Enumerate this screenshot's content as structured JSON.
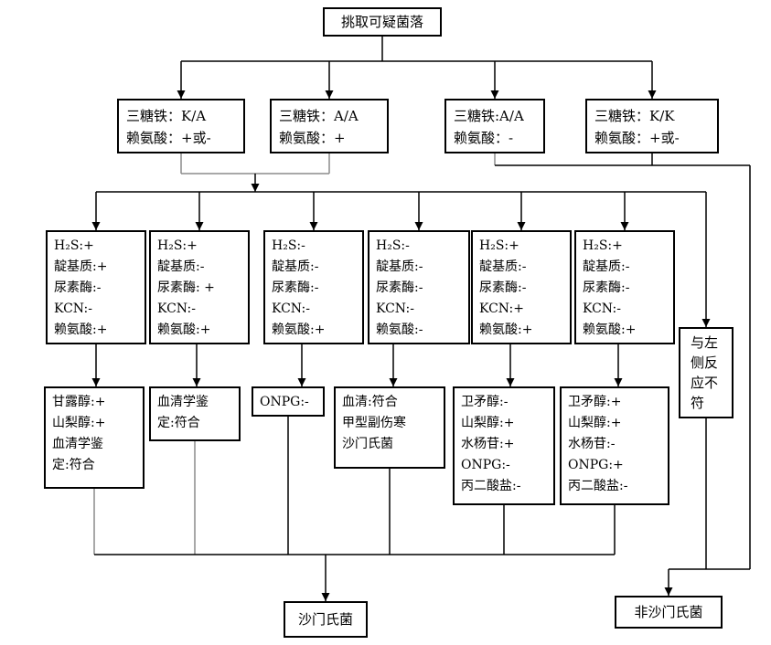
{
  "flowchart": {
    "start": "挑取可疑菌落",
    "tsi_boxes": [
      {
        "lines": [
          "三糖铁：K/A",
          "赖氨酸：+或-"
        ]
      },
      {
        "lines": [
          "三糖铁：A/A",
          "赖氨酸：+"
        ]
      },
      {
        "lines": [
          "三糖铁:A/A",
          "赖氨酸：-"
        ]
      },
      {
        "lines": [
          "三糖铁：K/K",
          "赖氨酸：+或-"
        ]
      }
    ],
    "biochem_boxes": [
      {
        "lines": [
          "H₂S:+",
          "靛基质:+",
          "尿素酶:-",
          "KCN:-",
          "赖氨酸:+"
        ]
      },
      {
        "lines": [
          "H₂S:+",
          "靛基质:-",
          "尿素酶: +",
          "KCN:-",
          "赖氨酸:+"
        ]
      },
      {
        "lines": [
          "H₂S:-",
          "靛基质:-",
          "尿素酶:-",
          "KCN:-",
          "赖氨酸:+"
        ]
      },
      {
        "lines": [
          "H₂S:-",
          "靛基质:-",
          "尿素酶:-",
          "KCN:-",
          "赖氨酸:-"
        ]
      },
      {
        "lines": [
          "H₂S:+",
          "靛基质:-",
          "尿素酶:-",
          "KCN:+",
          "赖氨酸:+"
        ]
      },
      {
        "lines": [
          "H₂S:+",
          "靛基质:-",
          "尿素酶:-",
          "KCN:-",
          "赖氨酸:+"
        ]
      }
    ],
    "side_box": "与左侧反应不符",
    "confirm_boxes": [
      {
        "lines": [
          "甘露醇:+",
          "山梨醇:+",
          "血清学鉴",
          "定:符合"
        ]
      },
      {
        "lines": [
          "血清学鉴",
          "定:符合"
        ]
      },
      {
        "lines": [
          "ONPG:-"
        ]
      },
      {
        "lines": [
          "血清:符合",
          "甲型副伤寒",
          "沙门氏菌"
        ]
      },
      {
        "lines": [
          "卫矛醇:-",
          "山梨醇:+",
          "水杨苷:+",
          "ONPG:-",
          "丙二酸盐:-"
        ]
      },
      {
        "lines": [
          "卫矛醇:+",
          "山梨醇:+",
          "水杨苷:-",
          "ONPG:+",
          "丙二酸盐:-"
        ]
      }
    ],
    "result_positive": "沙门氏菌",
    "result_negative": "非沙门氏菌",
    "colors": {
      "line": "#000000",
      "line_gray": "#8c8c8c",
      "border": "#000000",
      "background": "#ffffff"
    }
  }
}
